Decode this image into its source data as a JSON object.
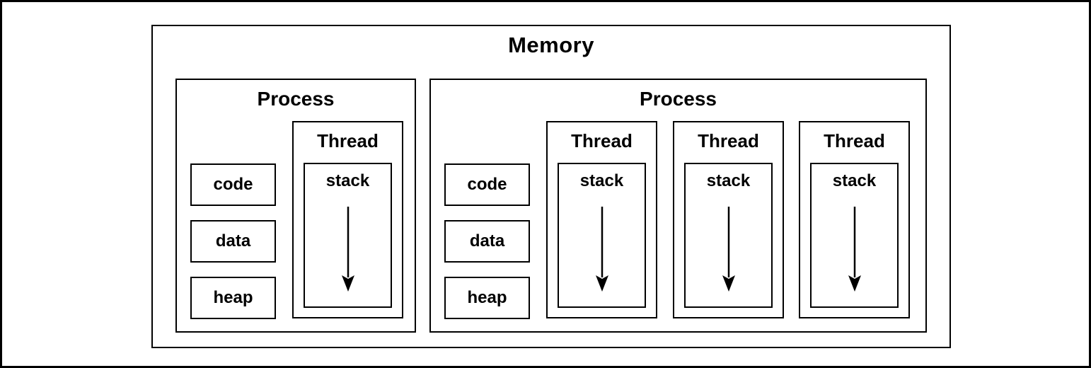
{
  "memory": {
    "title": "Memory",
    "processes": [
      {
        "title": "Process",
        "segments": [
          "code",
          "data",
          "heap"
        ],
        "threads": [
          {
            "title": "Thread",
            "stack_label": "stack"
          }
        ]
      },
      {
        "title": "Process",
        "segments": [
          "code",
          "data",
          "heap"
        ],
        "threads": [
          {
            "title": "Thread",
            "stack_label": "stack"
          },
          {
            "title": "Thread",
            "stack_label": "stack"
          },
          {
            "title": "Thread",
            "stack_label": "stack"
          }
        ]
      }
    ]
  },
  "colors": {
    "line": "#000000",
    "background": "#ffffff",
    "text": "#000000"
  }
}
